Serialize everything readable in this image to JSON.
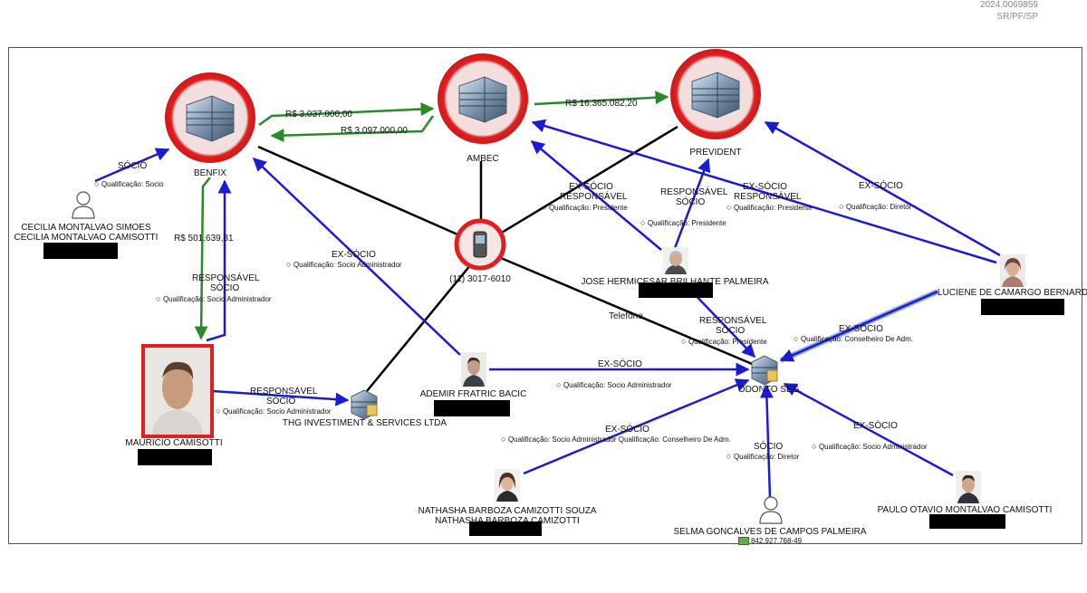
{
  "header": {
    "doc_number": "2024.0069859",
    "doc_ref": "SR/PF/SP"
  },
  "colors": {
    "link_blue": "#1b1bd6",
    "money_green": "#2a8a2a",
    "phone_black": "#000000",
    "company_ring": "#e02020"
  },
  "nodes": {
    "benfix": {
      "label": "BENFIX",
      "icon": "building-icon"
    },
    "ambec": {
      "label": "AMBEC",
      "icon": "building-icon"
    },
    "president": {
      "label": "PREVIDENT",
      "icon": "building-icon"
    },
    "phone": {
      "label": "(11) 3017-6010",
      "icon": "mobile-phone-icon"
    },
    "cecilia": {
      "label_1": "CECILIA MONTALVAO SIMOES",
      "label_2": "CECILIA MONTALVAO CAMISOTTI",
      "icon": "person-silhouette-icon"
    },
    "mauricio": {
      "label": "MAURICIO CAMISOTTI",
      "icon": "person-photo-icon"
    },
    "thg": {
      "label": "THG INVESTIMENT & SERVICES LTDA",
      "icon": "building-icon"
    },
    "ademir": {
      "label": "ADEMIR FRATRIC BACIC",
      "icon": "person-photo-icon"
    },
    "jose": {
      "label": "JOSE HERMICESAR BRILHANTE PALMEIRA",
      "icon": "person-photo-icon"
    },
    "luciene": {
      "label": "LUCIENE DE CAMARGO BERNARDO",
      "icon": "person-photo-icon"
    },
    "odonto": {
      "label": "ODONTO SEG.",
      "icon": "building-icon"
    },
    "nathasha": {
      "label_1": "NATHASHA BARBOZA CAMIZOTTI SOUZA",
      "label_2": "NATHASHA BARBOZA CAMIZOTTI",
      "icon": "person-photo-icon"
    },
    "selma": {
      "label": "SELMA GONCALVES DE CAMPOS PALMEIRA",
      "sub": "842.927.768-49",
      "icon": "person-silhouette-icon"
    },
    "paulo": {
      "label": "PAULO OTAVIO MONTALVAO CAMISOTTI",
      "icon": "person-photo-icon"
    }
  },
  "edges": {
    "benfix_ambec_1": "R$ 3.037.000,00",
    "ambec_benfix_2": "R$ 3.097.000,00",
    "ambec_president": "R$ 16.365.082,20",
    "benfix_mauricio": "R$ 501.639,81",
    "cecilia_socio": "SÓCIO",
    "cecilia_qual": "Qualificação: Socio",
    "mauricio_benfix_1": "RESPONSÁVEL",
    "mauricio_benfix_2": "SÓCIO",
    "mauricio_benfix_qual": "Qualificação: Socio Administrador",
    "ademir_benfix": "EX-SÓCIO",
    "ademir_benfix_qual": "Qualificação: Socio Administrador",
    "mauricio_thg_1": "RESPONSÁVEL",
    "mauricio_thg_2": "SÓCIO",
    "mauricio_thg_qual": "Qualificação: Socio Administrador",
    "jose_ambec_1": "EX-SÓCIO",
    "jose_ambec_2": "RESPONSÁVEL",
    "jose_ambec_qual": "Qualificação: Presidente",
    "jose_president_1": "RESPONSÁVEL",
    "jose_president_2": "SÓCIO",
    "jose_president_qual": "Qualificação: Presidente",
    "luciene_ambec_1": "EX-SÓCIO",
    "luciene_ambec_2": "RESPONSÁVEL",
    "luciene_ambec_qual": "Qualificação: Presidente",
    "luciene_president": "EX-SÓCIO",
    "luciene_president_qual": "Qualificação: Diretor",
    "telefone": "Telefone",
    "jose_odonto_1": "RESPONSÁVEL",
    "jose_odonto_2": "SÓCIO",
    "jose_odonto_qual": "Qualificação: Presidente",
    "luciene_odonto": "EX-SÓCIO",
    "luciene_odonto_qual": "Qualificação: Conselheiro De Adm.",
    "ademir_odonto": "EX-SÓCIO",
    "ademir_odonto_qual": "Qualificação: Socio Administrador",
    "nathasha_odonto": "EX-SÓCIO",
    "nathasha_odonto_qual": "Qualificação: Socio Administrador Qualificação: Conselheiro De Adm.",
    "selma_odonto": "SÓCIO",
    "selma_odonto_qual": "Qualificação: Diretor",
    "paulo_odonto": "EX-SÓCIO",
    "paulo_odonto_qual": "Qualificação: Socio Administrador"
  }
}
